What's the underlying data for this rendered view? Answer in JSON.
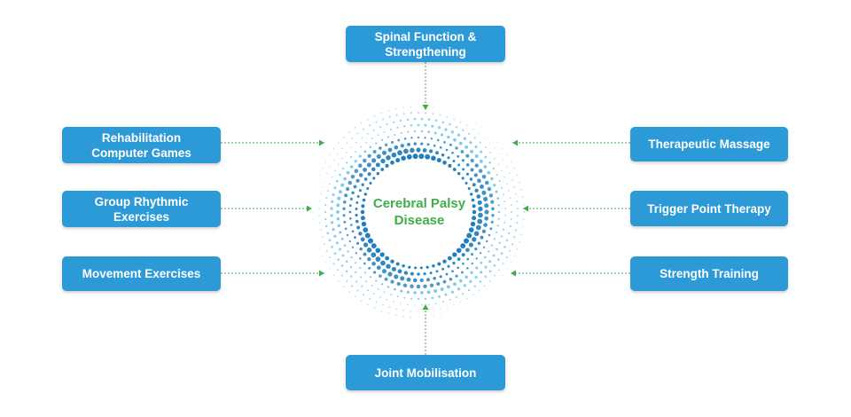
{
  "diagram": {
    "center": {
      "line1": "Cerebral Palsy",
      "line2": "Disease"
    },
    "nodes": {
      "top": {
        "line1": "Spinal Function &",
        "line2": "Strengthening"
      },
      "left_1": {
        "line1": "Rehabilitation",
        "line2": "Computer Games"
      },
      "left_2": {
        "line1": "Group Rhythmic",
        "line2": "Exercises"
      },
      "left_3": {
        "line1": "Movement Exercises"
      },
      "right_1": {
        "line1": "Therapeutic Massage"
      },
      "right_2": {
        "line1": "Trigger Point Therapy"
      },
      "right_3": {
        "line1": "Strength Training"
      },
      "bottom": {
        "line1": "Joint Mobilisation"
      }
    }
  },
  "colors": {
    "box_fill": "#2d9ad8",
    "center_text": "#3fae49",
    "connector": "#3fae49",
    "ring_inner": "#1f7fbf",
    "ring_outer": "#4bb6e6"
  }
}
